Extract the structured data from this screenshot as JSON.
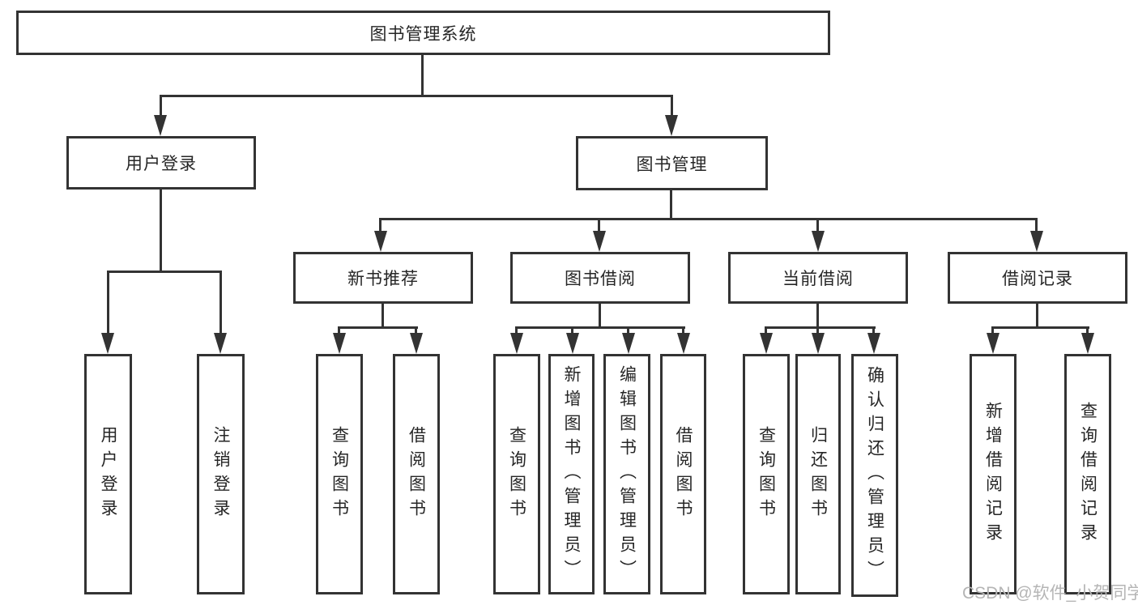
{
  "diagram": {
    "background": "#ffffff",
    "line_color": "#333333",
    "box_border_color": "#333333",
    "text_color": "#262626",
    "watermark": {
      "text": "CSDN @软件_小贺同学",
      "color": "#b5b5b5"
    },
    "nodes": {
      "root": "图书管理系统",
      "user_login": "用户登录",
      "book_management": "图书管理",
      "new_book_recommend": "新书推荐",
      "book_borrow": "图书借阅",
      "current_borrow": "当前借阅",
      "borrow_record": "借阅记录",
      "leaf_user_login": "用户登录",
      "leaf_logout": "注销登录",
      "leaf_nb_query": "查询图书",
      "leaf_nb_borrow": "借阅图书",
      "leaf_bb_query": "查询图书",
      "leaf_bb_add": "新增图书（管理员）",
      "leaf_bb_edit": "编辑图书（管理员）",
      "leaf_bb_borrow": "借阅图书",
      "leaf_cb_query": "查询图书",
      "leaf_cb_return": "归还图书",
      "leaf_cb_confirm": "确认归还（管理员）",
      "leaf_br_add": "新增借阅记录",
      "leaf_br_query": "查询借阅记录"
    }
  }
}
